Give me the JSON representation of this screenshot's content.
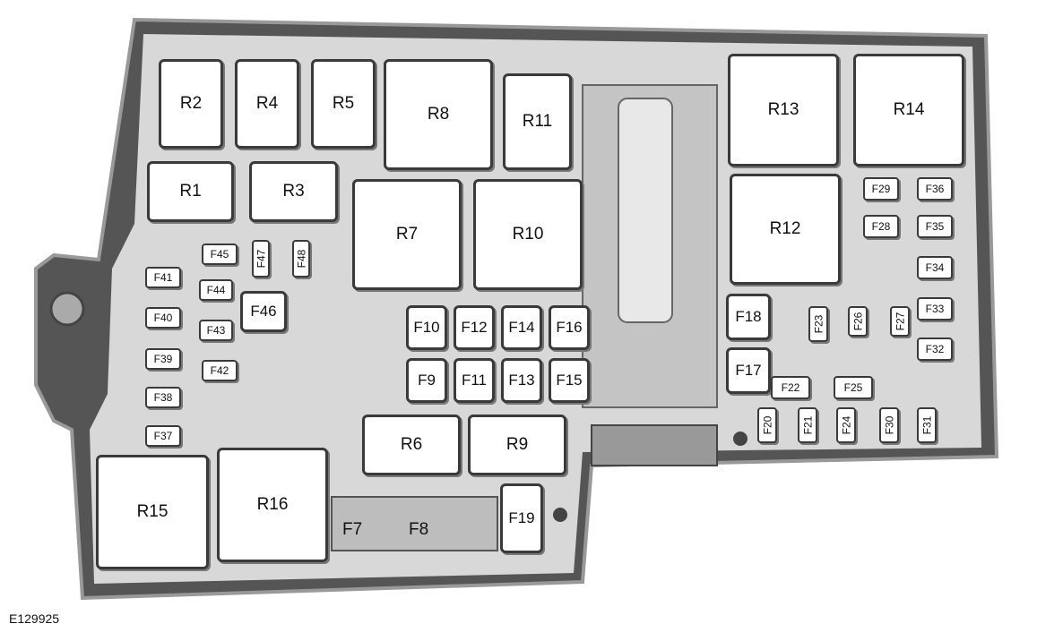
{
  "relays": [
    "R1",
    "R2",
    "R3",
    "R4",
    "R5",
    "R6",
    "R7",
    "R8",
    "R9",
    "R10",
    "R11",
    "R12",
    "R13",
    "R14",
    "R15",
    "R16"
  ],
  "fuses": [
    "F7",
    "F8",
    "F9",
    "F10",
    "F11",
    "F12",
    "F13",
    "F14",
    "F15",
    "F16",
    "F17",
    "F18",
    "F19",
    "F20",
    "F21",
    "F22",
    "F23",
    "F24",
    "F25",
    "F26",
    "F27",
    "F28",
    "F29",
    "F30",
    "F31",
    "F32",
    "F33",
    "F34",
    "F35",
    "F36",
    "F37",
    "F38",
    "F39",
    "F40",
    "F41",
    "F42",
    "F43",
    "F44",
    "F45",
    "F46",
    "F47",
    "F48"
  ],
  "figure_code": "E129925"
}
